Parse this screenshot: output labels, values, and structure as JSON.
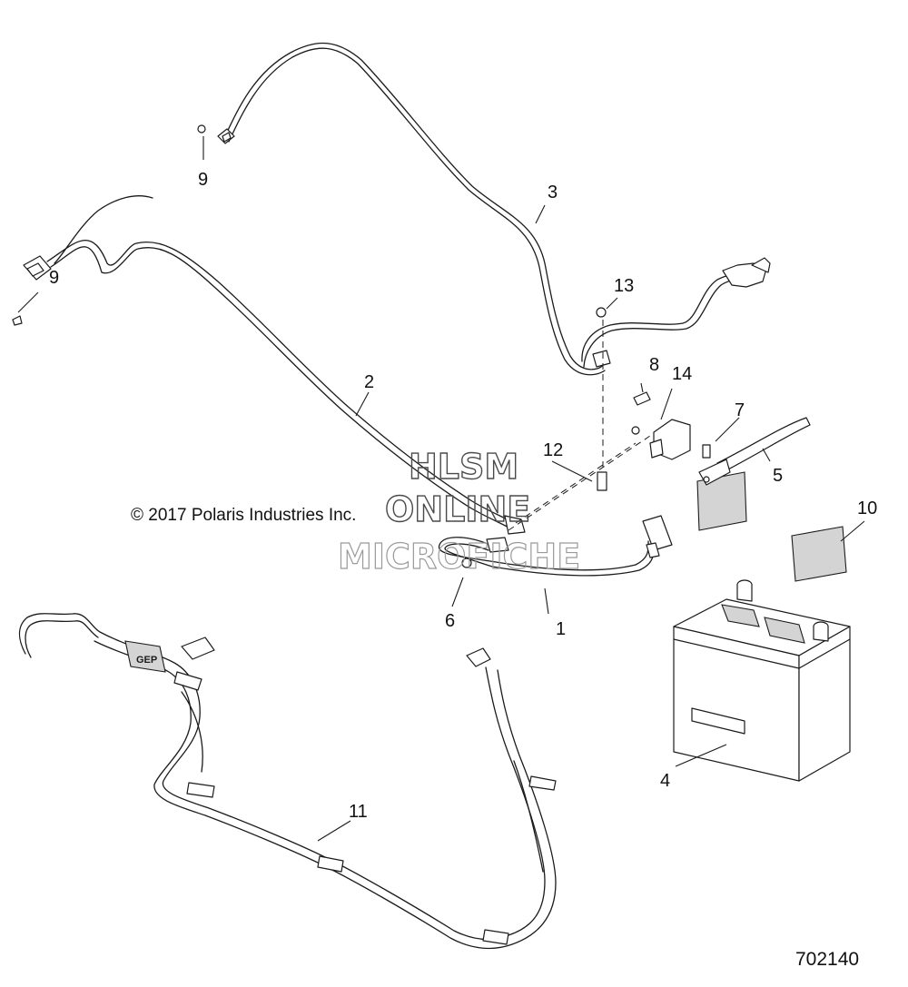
{
  "copyright": "© 2017 Polaris Industries Inc.",
  "diagram_number": "702140",
  "watermark": {
    "line1": "HLSM",
    "line2": "ONLINE",
    "line3": "MICROFICHE"
  },
  "callouts": {
    "c1": "1",
    "c2": "2",
    "c3": "3",
    "c4": "4",
    "c5": "5",
    "c6": "6",
    "c7": "7",
    "c8": "8",
    "c9a": "9",
    "c9b": "9",
    "c10": "10",
    "c11": "11",
    "c12": "12",
    "c13": "13",
    "c14": "14"
  },
  "battery_label": "GEP",
  "colors": {
    "line": "#1b1b1b",
    "watermark_stroke": "#4a4a4a",
    "background": "#ffffff"
  }
}
